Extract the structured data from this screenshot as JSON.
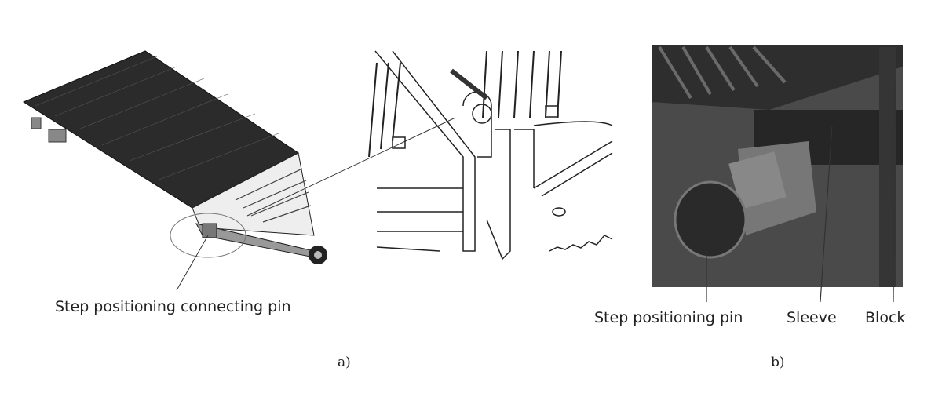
{
  "figure_a": {
    "label_pin": "Step positioning connecting pin",
    "caption": "a)"
  },
  "figure_b": {
    "label_pin": "Step positioning pin",
    "label_sleeve": "Sleeve",
    "label_block": "Block",
    "caption": "b)"
  },
  "colors": {
    "step_tread": "#2a2a2a",
    "photo_bg": "#4a4a4a"
  }
}
